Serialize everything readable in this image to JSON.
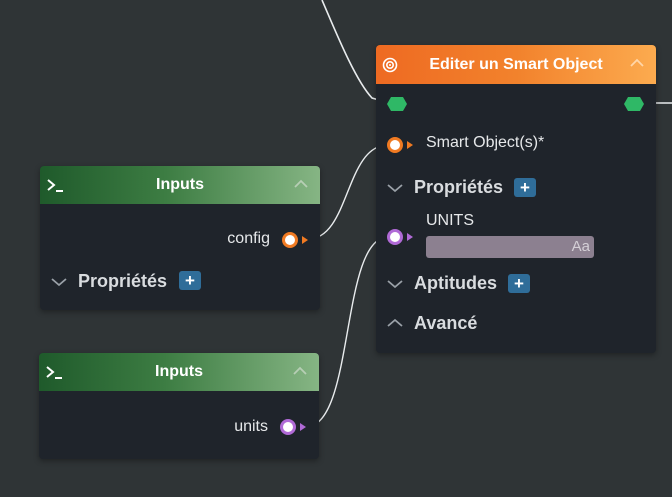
{
  "node_inputs_config": {
    "title": "Inputs",
    "output_label": "config",
    "section_label": "Propriétés",
    "add_label": "+"
  },
  "node_inputs_units": {
    "title": "Inputs",
    "output_label": "units"
  },
  "node_smart_object": {
    "title": "Editer un Smart Object",
    "input_smart_objects_label": "Smart Object(s)*",
    "section_properties_label": "Propriétés",
    "add_label": "+",
    "units_label": "UNITS",
    "units_value": "",
    "units_type_hint": "Aa",
    "section_aptitudes_label": "Aptitudes",
    "section_advanced_label": "Avancé"
  },
  "colors": {
    "canvas": "#2f3436",
    "node_body": "#1f242b",
    "orange_header": "#f2822c",
    "green_header": "#3d7d43",
    "object_port": "#f07a22",
    "string_port": "#b06ad6",
    "exec_port": "#2fb866",
    "add_button": "#2f6d99"
  },
  "icons": {
    "inputs_node": "terminal-icon",
    "smart_object_node": "target-icon",
    "collapse": "chevron-up-icon",
    "section_collapsed": "chevron-down-icon",
    "section_expanded": "chevron-up-icon"
  }
}
